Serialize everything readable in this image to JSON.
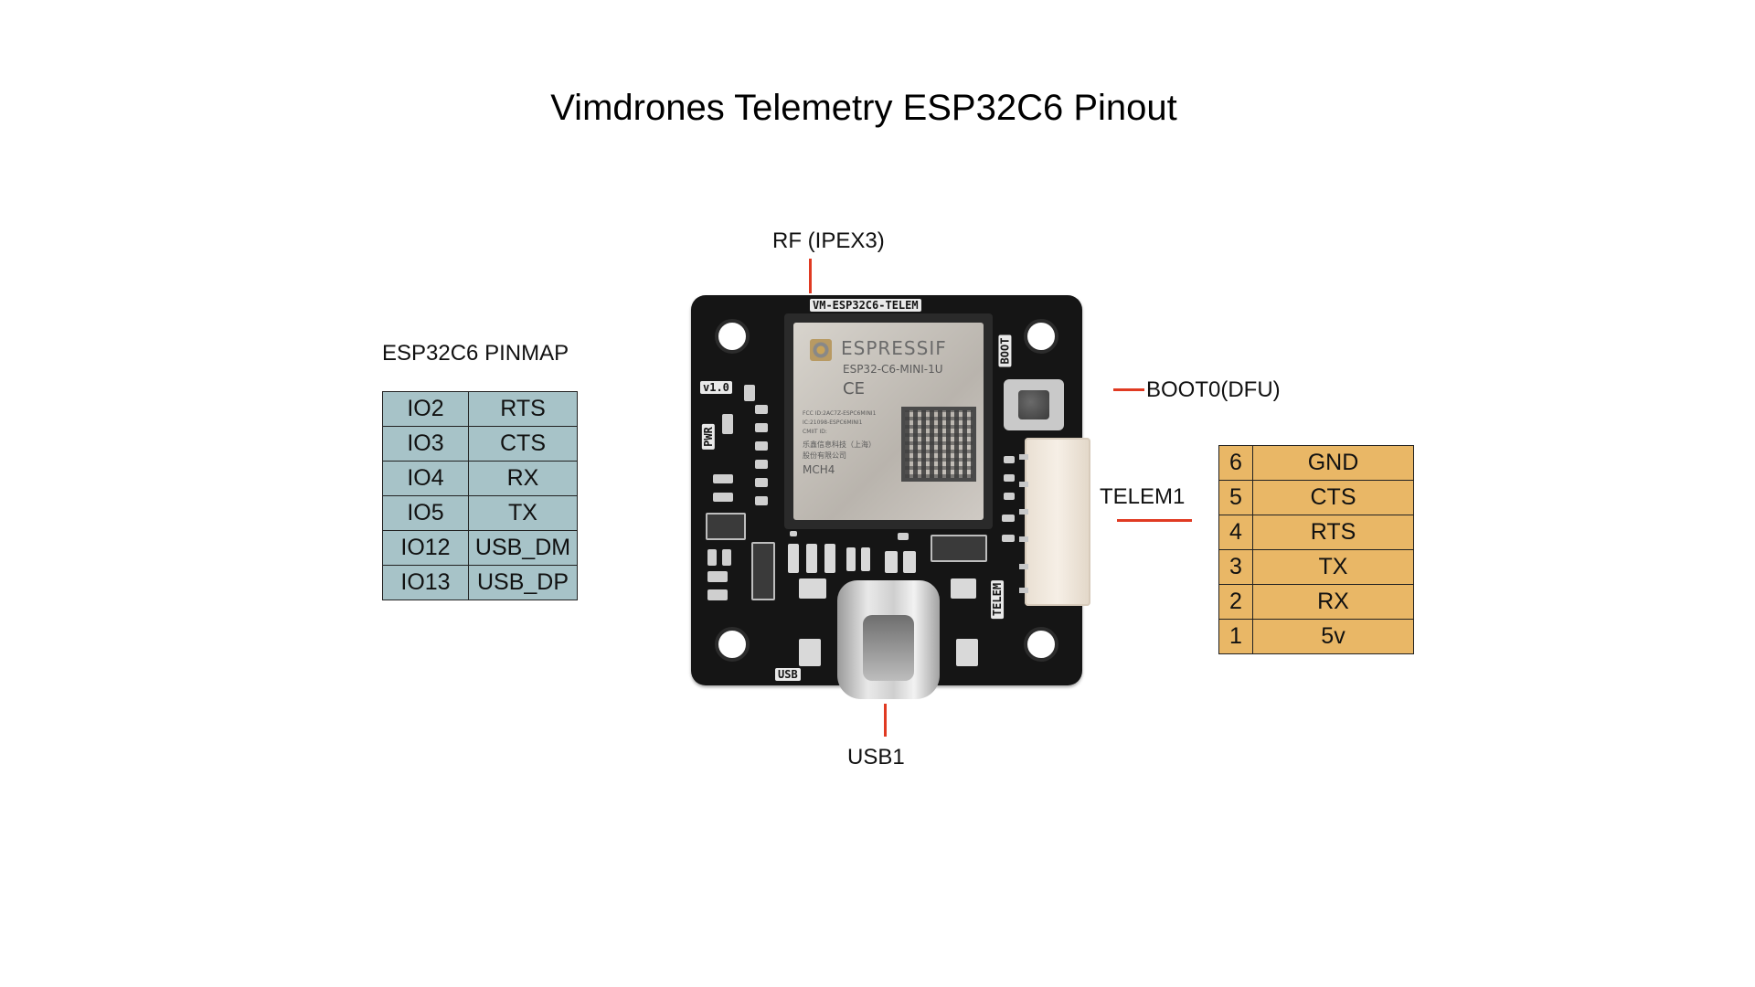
{
  "title": "Vimdrones Telemetry ESP32C6 Pinout",
  "labels": {
    "rf": "RF (IPEX3)",
    "boot": "BOOT0(DFU)",
    "telem": "TELEM1",
    "usb": "USB1"
  },
  "pinmap": {
    "heading": "ESP32C6 PINMAP",
    "rows": [
      [
        "IO2",
        "RTS"
      ],
      [
        "IO3",
        "CTS"
      ],
      [
        "IO4",
        "RX"
      ],
      [
        "IO5",
        "TX"
      ],
      [
        "IO12",
        "USB_DM"
      ],
      [
        "IO13",
        "USB_DP"
      ]
    ]
  },
  "telem1": {
    "rows": [
      [
        "6",
        "GND"
      ],
      [
        "5",
        "CTS"
      ],
      [
        "4",
        "RTS"
      ],
      [
        "3",
        "TX"
      ],
      [
        "2",
        "RX"
      ],
      [
        "1",
        "5v"
      ]
    ]
  },
  "board": {
    "silk_name": "VM-ESP32C6-TELEM",
    "version": "v1.0",
    "pwr": "PWR",
    "boot": "BOOT",
    "telem": "TELEM",
    "usb": "USB",
    "module_brand": "ESPRESSIF",
    "module_model": "ESP32-C6-MINI-1U",
    "module_ce": "CE",
    "module_fcc": "FCC ID:2AC7Z-ESPC6MINI1",
    "module_ic": "IC:21098-ESPC6MINI1",
    "module_cmiit": "CMIIT ID:",
    "module_maker": "乐鑫信息科技（上海）",
    "module_maker2": "股份有限公司",
    "module_code": "MCH4"
  },
  "colors": {
    "accent_line": "#e03a22",
    "pinmap_fill": "#a7c3c8",
    "telem_fill": "#e9b766"
  }
}
